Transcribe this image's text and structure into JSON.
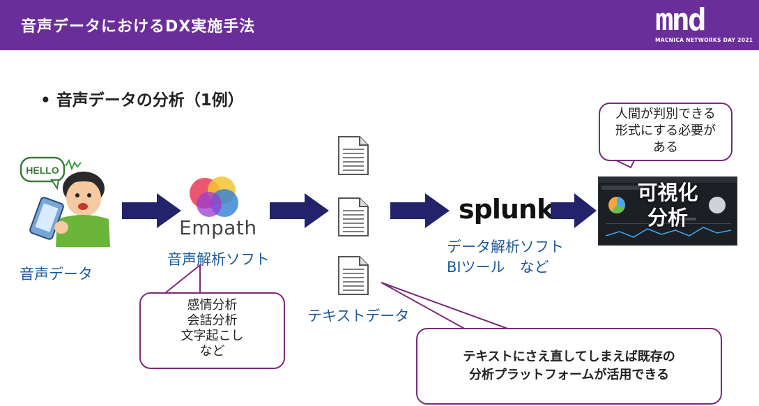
{
  "header": {
    "title": "音声データにおけるDX実施手法",
    "logo_text": "mnd",
    "logo_sub": "MACNICA NETWORKS DAY 2021"
  },
  "bullet": "• 音声データの分析（1例）",
  "step1": {
    "bubble": "HELLO",
    "label": "音声データ"
  },
  "step2": {
    "logo": "Empath",
    "label": "音声解析ソフト",
    "callout": [
      "感情分析",
      "会話分析",
      "文字起こし",
      "など"
    ]
  },
  "step3": {
    "label": "テキストデータ"
  },
  "step4": {
    "logo": "splunk>",
    "label_lines": [
      "データ解析ソフト",
      "BIツール　など"
    ]
  },
  "step5": {
    "dashboard_text": [
      "可視化",
      "分析"
    ],
    "note_lines": [
      "人間が判別できる",
      "形式にする必要が",
      "ある"
    ]
  },
  "bottom_callout": [
    "テキストにさえ直してしまえば既存の",
    "分析プラットフォームが活用できる"
  ],
  "colors": {
    "header": "#6a2e9a",
    "arrow": "#22236a",
    "label": "#1f5a99",
    "callout_border": "#7a2a7a"
  }
}
